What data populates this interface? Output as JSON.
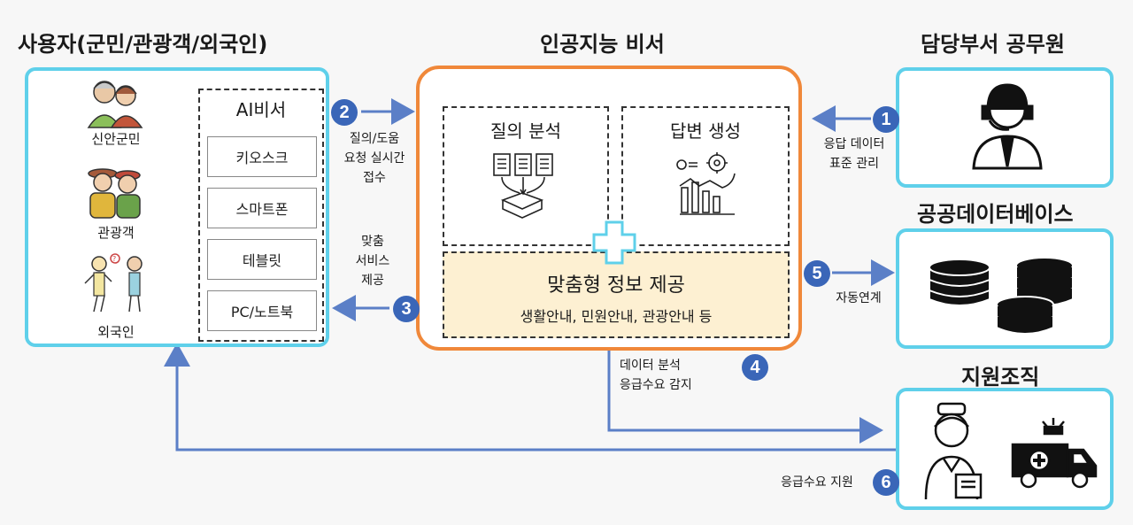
{
  "titles": {
    "users": "사용자(군민/관광객/외국인)",
    "ai": "인공지능 비서",
    "official": "담당부서 공무원",
    "database": "공공데이터베이스",
    "support": "지원조직"
  },
  "users": {
    "groups": [
      "신안군민",
      "관광객",
      "외국인"
    ],
    "ai_panel_title": "AI비서",
    "devices": [
      "키오스크",
      "스마트폰",
      "테블릿",
      "PC/노트북"
    ]
  },
  "ai_box": {
    "analysis": "질의 분석",
    "generation": "답변 생성",
    "custom_title": "맞춤형 정보 제공",
    "custom_sub": "생활안내, 민원안내, 관광안내 등"
  },
  "steps": [
    {
      "num": "1",
      "text": [
        "응답 데이터",
        "표준 관리"
      ]
    },
    {
      "num": "2",
      "text": [
        "질의/도움",
        "요청 실시간",
        "접수"
      ]
    },
    {
      "num": "3",
      "text": [
        "맞춤",
        "서비스",
        "제공"
      ]
    },
    {
      "num": "4",
      "text": [
        "데이터 분석",
        "응급수요 감지"
      ]
    },
    {
      "num": "5",
      "text": [
        "자동연계"
      ]
    },
    {
      "num": "6",
      "text": [
        "응급수요 지원"
      ]
    }
  ],
  "colors": {
    "accent_blue": "#3a66b8",
    "cyan": "#5fd0ea",
    "orange": "#f0883a",
    "highlight": "#fdf0d2"
  }
}
